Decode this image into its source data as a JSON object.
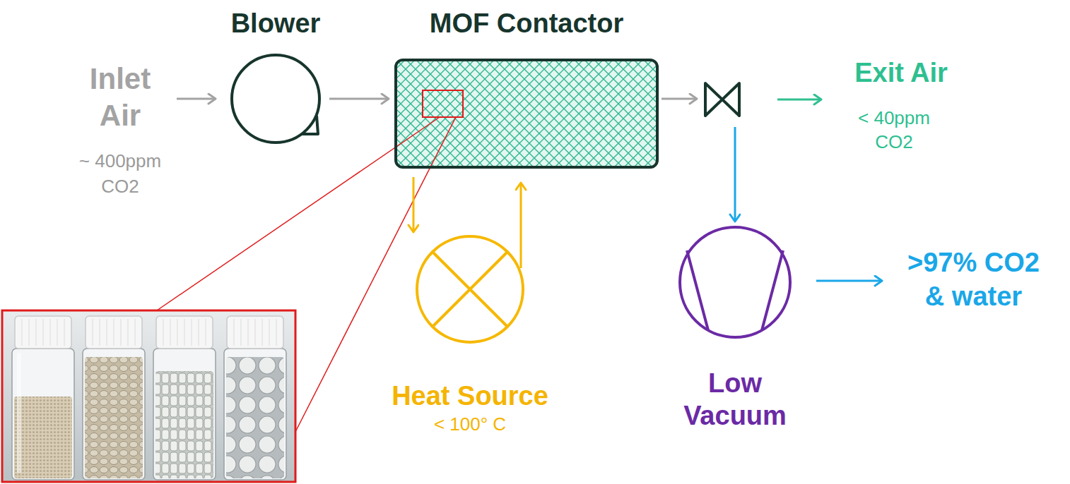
{
  "diagram": {
    "nodes": [
      {
        "text": [
          "Blower"
        ]
      },
      {
        "text": [
          "MOF Contactor"
        ]
      },
      {
        "text": [
          "Heat Source",
          "< 100° C"
        ]
      },
      {
        "text": [
          "Low Vacuum"
        ]
      }
    ],
    "edges": [
      {
        "from": 0,
        "to": 1,
        "arrow": "to"
      },
      {
        "from": 1,
        "to": 2,
        "arrow": "to"
      },
      {
        "from": 2,
        "to": 1,
        "arrow": "to"
      },
      {
        "from": 1,
        "to": 3,
        "arrow": "to"
      }
    ],
    "labels": [
      "Inlet Air",
      "~ 400ppm CO2",
      "Exit Air",
      "< 40ppm CO2",
      ">97% CO2 & water"
    ]
  }
}
